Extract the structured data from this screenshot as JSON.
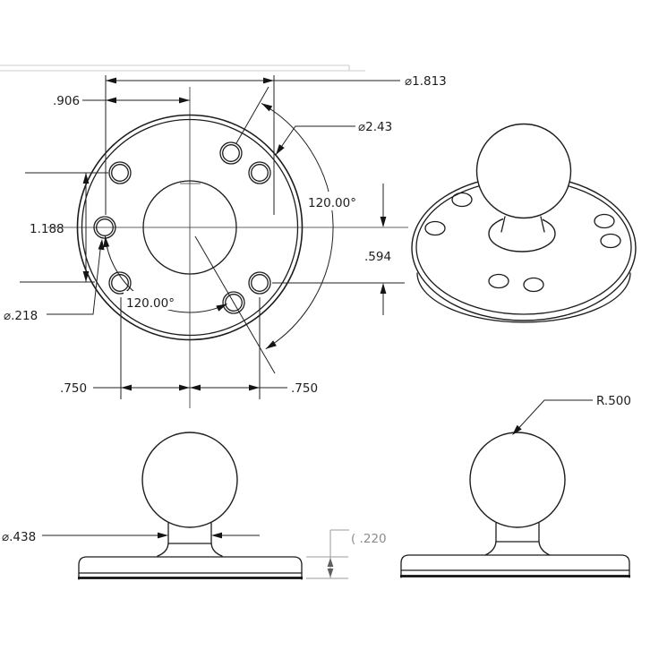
{
  "drawing": {
    "description": "engineering drawing of round ball mount base",
    "colors": {
      "line": "#1c1c1c",
      "reference": "#9b9b9b",
      "frame": "#cccccc",
      "background": "#ffffff"
    },
    "labels": {
      "dia_1813": "⌀1.813",
      "dia_243": "⌀2.43",
      "dim_906": ".906",
      "angle_outer": "120.00°",
      "dim_1188": "1.188",
      "dim_594": ".594",
      "dia_218": "⌀.218",
      "angle_inner": "120.00°",
      "dim_750_left": ".750",
      "dim_750_right": ".750",
      "radius_500": "R.500",
      "dia_438": "⌀.438",
      "ref_220": "( .220"
    }
  }
}
